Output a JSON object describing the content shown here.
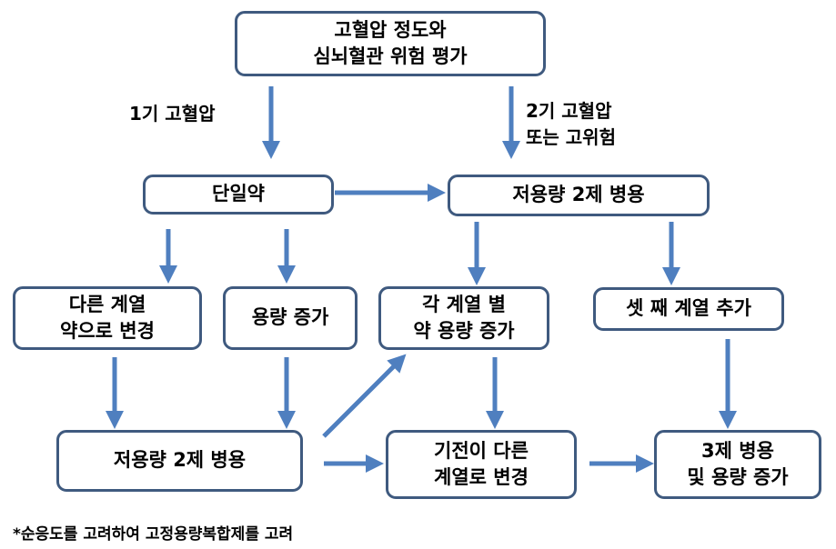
{
  "boxes": {
    "assess": [
      "고혈압 정도와",
      "심뇌혈관 위험 평가"
    ],
    "mono": [
      "단일약"
    ],
    "low_dual_top": [
      "저용량 2제 병용"
    ],
    "switch_class": [
      "다른 계열",
      "약으로 변경"
    ],
    "dose_up": [
      "용량 증가"
    ],
    "each_dose_up": [
      "각 계열 별",
      "약 용량 증가"
    ],
    "add_third": [
      "셋 째 계열 추가"
    ],
    "low_dual_bottom": [
      "저용량 2제 병용"
    ],
    "switch_existing": [
      "기전이 다른",
      "계열로 변경"
    ],
    "triple": [
      "3제 병용",
      "및 용량 증가"
    ]
  },
  "labels": {
    "stage1": [
      "1기 고혈압"
    ],
    "stage2": [
      "2기 고혈압",
      "또는 고위험"
    ]
  },
  "footnote": "*순응도를 고려하여 고정용량복합제를 고려",
  "colors": {
    "arrow": "#4f7fbf",
    "box_border": "#3f5a7f"
  }
}
